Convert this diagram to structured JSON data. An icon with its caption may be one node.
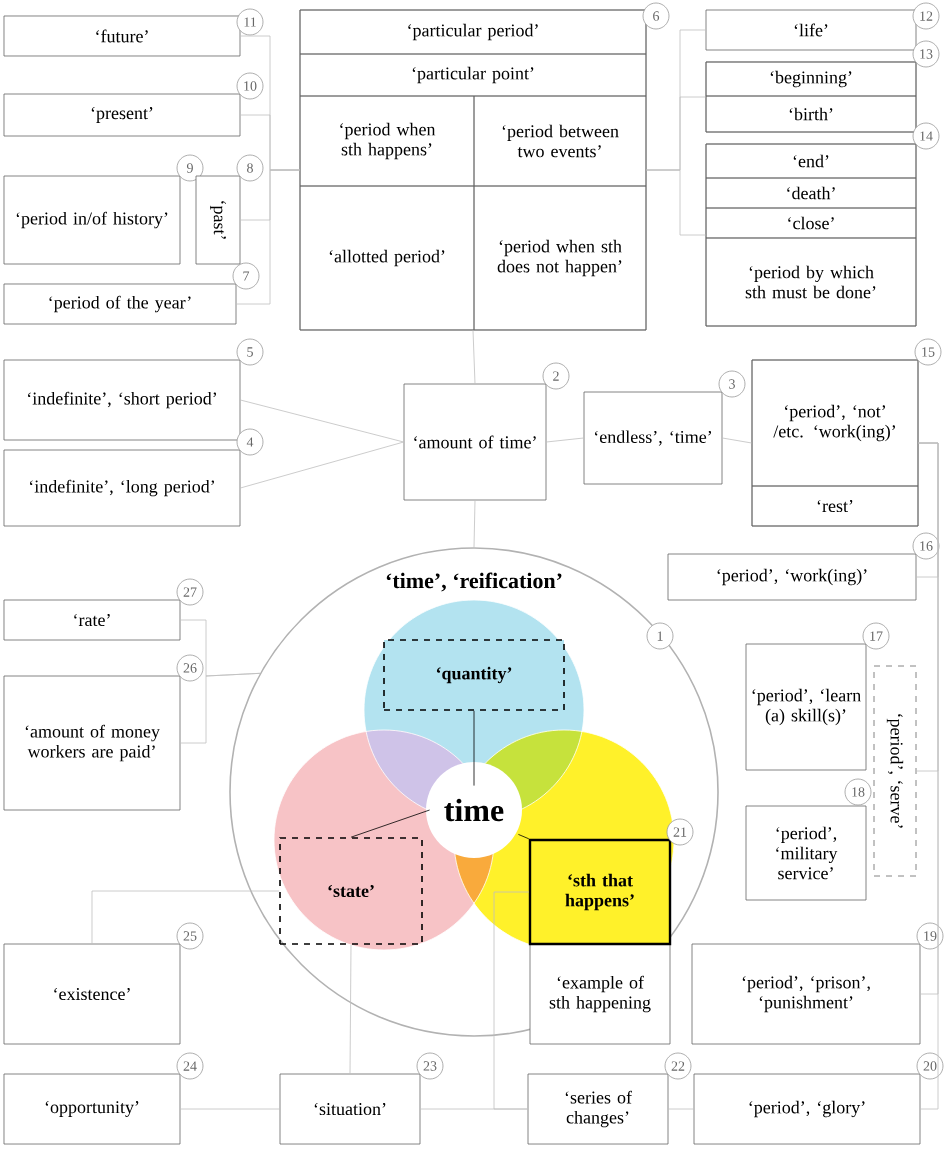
{
  "diagram": {
    "nodes": [
      {
        "text": [
          "‘time’, ‘reification’"
        ],
        "beside": [
          "1"
        ]
      },
      {
        "text": [
          "‘quantity’"
        ],
        "in": 0
      },
      {
        "text": [
          "‘state’"
        ],
        "in": 0
      },
      {
        "text": [
          "time"
        ],
        "in": 0
      },
      {
        "text": [
          "‘sth that happens’"
        ],
        "beside": [
          "21"
        ],
        "in": 0
      },
      {
        "text": [
          "‘example of sth happening"
        ]
      },
      {
        "text": [
          "‘amount of time’"
        ],
        "beside": [
          "2"
        ]
      },
      {
        "text": [
          "‘indefinite’, ‘short period’"
        ],
        "beside": [
          "5"
        ]
      },
      {
        "text": [
          "‘indefinite’, ‘long period’"
        ],
        "beside": [
          "4"
        ]
      },
      {
        "text": [
          "‘endless’, ‘time’"
        ],
        "beside": [
          "3"
        ]
      },
      {
        "text": [
          "‘particular period’",
          "‘particular point’",
          "‘period when sth happens’",
          "‘period between two events’",
          "‘allotted period’",
          "‘period when sth does not happen’"
        ],
        "beside": [
          "6"
        ]
      },
      {
        "text": [
          "‘future’"
        ],
        "beside": [
          "11"
        ]
      },
      {
        "text": [
          "‘present’"
        ],
        "beside": [
          "10"
        ]
      },
      {
        "text": [
          "‘period in/of history’"
        ],
        "beside": [
          "9"
        ]
      },
      {
        "text": [
          "‘past’"
        ],
        "beside": [
          "8"
        ]
      },
      {
        "text": [
          "‘period of the year’"
        ],
        "beside": [
          "7"
        ]
      },
      {
        "text": [
          "‘life’"
        ],
        "beside": [
          "12"
        ]
      },
      {
        "text": [
          "‘beginning’",
          "‘birth’"
        ],
        "beside": [
          "13"
        ]
      },
      {
        "text": [
          "‘end’",
          "‘death’",
          "‘close’",
          "‘period by which sth must be done’"
        ],
        "beside": [
          "14"
        ]
      },
      {
        "text": [
          "‘period’, ‘not’ /etc. ‘work(ing)’",
          "‘rest’"
        ],
        "beside": [
          "15"
        ]
      },
      {
        "text": [
          "‘period’, ‘work(ing)’"
        ],
        "beside": [
          "16"
        ]
      },
      {
        "text": [
          "‘period’, ‘learn (a) skill(s)’"
        ],
        "beside": [
          "17"
        ]
      },
      {
        "text": [
          "‘period’, ‘military service’"
        ],
        "beside": [
          "18"
        ]
      },
      {
        "text": [
          "‘period’, ‘serve’"
        ]
      },
      {
        "text": [
          "‘period’, ‘prison’, ‘punishment’"
        ],
        "beside": [
          "19"
        ]
      },
      {
        "text": [
          "‘period’, ‘glory’"
        ],
        "beside": [
          "20"
        ]
      },
      {
        "text": [
          "‘series of changes’"
        ],
        "beside": [
          "22"
        ]
      },
      {
        "text": [
          "‘situation’"
        ],
        "beside": [
          "23"
        ]
      },
      {
        "text": [
          "‘opportunity’"
        ],
        "beside": [
          "24"
        ]
      },
      {
        "text": [
          "‘existence’"
        ],
        "beside": [
          "25"
        ]
      },
      {
        "text": [
          "‘amount of money workers are paid’"
        ],
        "beside": [
          "26"
        ]
      },
      {
        "text": [
          "‘rate’"
        ],
        "beside": [
          "27"
        ]
      }
    ],
    "edges": [
      {
        "from": 11,
        "to": 10,
        "arrow": "none"
      },
      {
        "from": 12,
        "to": 10,
        "arrow": "none"
      },
      {
        "from": 14,
        "to": 10,
        "arrow": "none"
      },
      {
        "from": 15,
        "to": 10,
        "arrow": "none"
      },
      {
        "from": 16,
        "to": 10,
        "arrow": "none"
      },
      {
        "from": 17,
        "to": 10,
        "arrow": "none"
      },
      {
        "from": 18,
        "to": 10,
        "arrow": "none"
      },
      {
        "from": 10,
        "to": 6,
        "arrow": "none"
      },
      {
        "from": 7,
        "to": 6,
        "arrow": "none"
      },
      {
        "from": 8,
        "to": 6,
        "arrow": "none"
      },
      {
        "from": 6,
        "to": 9,
        "arrow": "none"
      },
      {
        "from": 9,
        "to": 19,
        "arrow": "none"
      },
      {
        "from": 6,
        "to": 0,
        "arrow": "none"
      },
      {
        "from": 31,
        "to": 0,
        "arrow": "none"
      },
      {
        "from": 30,
        "to": 0,
        "arrow": "none"
      },
      {
        "from": 29,
        "to": 2,
        "arrow": "none"
      },
      {
        "from": 27,
        "to": 2,
        "arrow": "none"
      },
      {
        "from": 28,
        "to": 27,
        "arrow": "none"
      },
      {
        "from": 4,
        "to": 26,
        "arrow": "none"
      },
      {
        "from": 27,
        "to": 26,
        "arrow": "none"
      },
      {
        "from": 20,
        "to": 19,
        "arrow": "none"
      },
      {
        "from": 23,
        "to": 19,
        "arrow": "none"
      },
      {
        "from": 24,
        "to": 19,
        "arrow": "none"
      },
      {
        "from": 25,
        "to": 19,
        "arrow": "none"
      },
      {
        "from": 26,
        "to": 25,
        "arrow": "none"
      },
      {
        "from": 1,
        "to": 3,
        "arrow": "none",
        "color": "#000000"
      },
      {
        "from": 2,
        "to": 3,
        "arrow": "none",
        "color": "#000000"
      },
      {
        "from": 4,
        "to": 3,
        "arrow": "none",
        "color": "#000000"
      }
    ]
  }
}
